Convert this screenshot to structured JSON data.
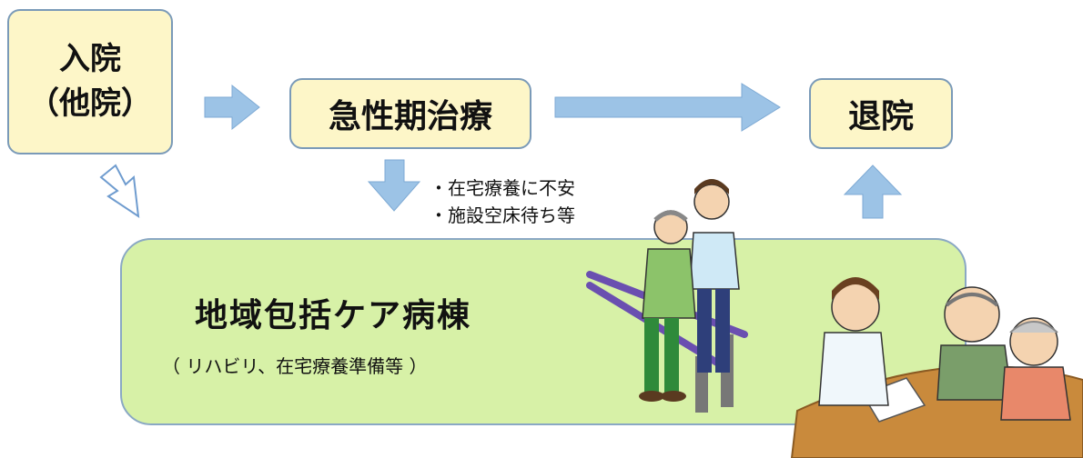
{
  "admission": {
    "line1": "入院",
    "line2": "（他院）"
  },
  "acute_care": {
    "label": "急性期治療"
  },
  "discharge": {
    "label": "退院"
  },
  "notes": [
    {
      "label": "・在宅療養に不安"
    },
    {
      "label": "・施設空床待ち等"
    }
  ],
  "ward": {
    "title": "地域包括ケア病棟",
    "subtitle": "（ リハビリ、在宅療養準備等 ）"
  },
  "colors": {
    "box_fill": "#fdf6c8",
    "box_border": "#7a9ab8",
    "arrow_fill": "#9cc3e6",
    "ward_fill": "#d7f1a7"
  }
}
